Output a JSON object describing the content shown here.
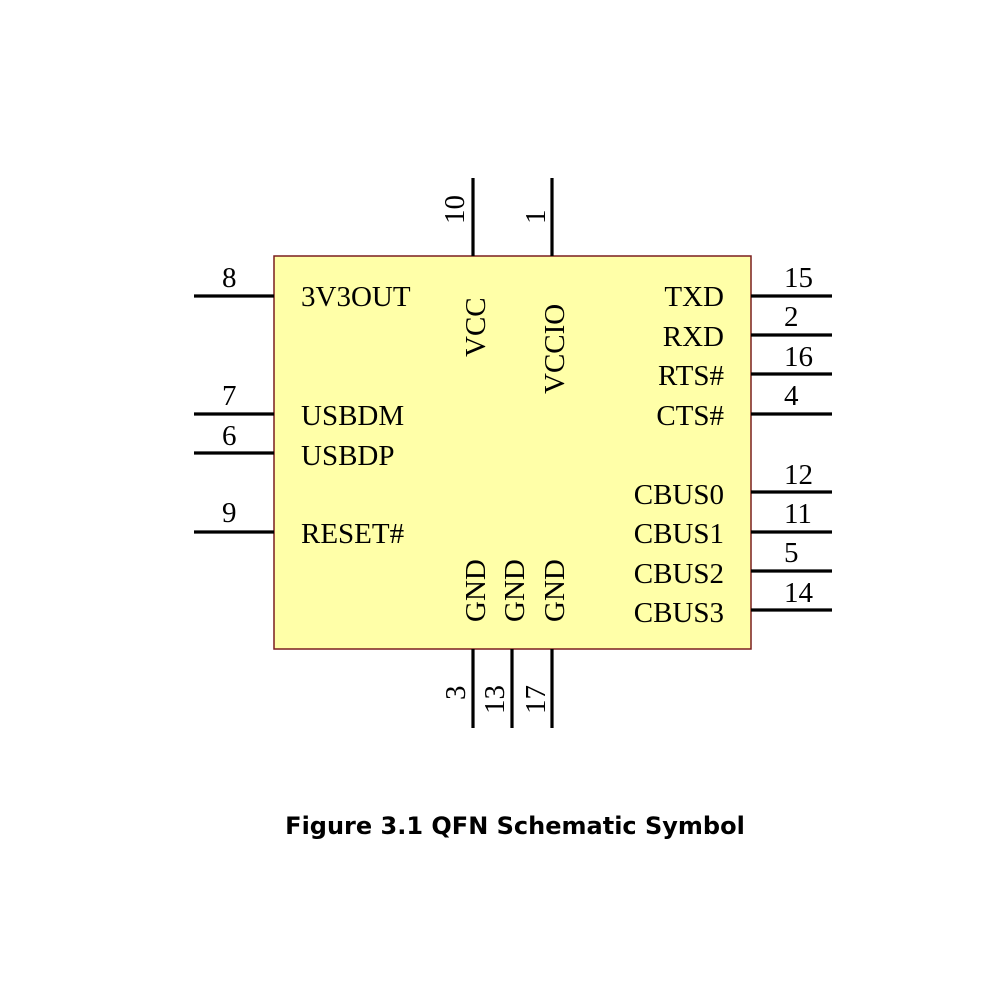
{
  "diagram": {
    "body_fill": "#ffffa8",
    "body_stroke": "#7a1f1f",
    "pins": {
      "top": [
        {
          "num": "10",
          "label": "VCC"
        },
        {
          "num": "1",
          "label": "VCCIO"
        }
      ],
      "left": [
        {
          "num": "8",
          "label": "3V3OUT"
        },
        {
          "num": "7",
          "label": "USBDM"
        },
        {
          "num": "6",
          "label": "USBDP"
        },
        {
          "num": "9",
          "label": "RESET#"
        }
      ],
      "right": [
        {
          "num": "15",
          "label": "TXD"
        },
        {
          "num": "2",
          "label": "RXD"
        },
        {
          "num": "16",
          "label": "RTS#"
        },
        {
          "num": "4",
          "label": "CTS#"
        },
        {
          "num": "12",
          "label": "CBUS0"
        },
        {
          "num": "11",
          "label": "CBUS1"
        },
        {
          "num": "5",
          "label": "CBUS2"
        },
        {
          "num": "14",
          "label": "CBUS3"
        }
      ],
      "bottom": [
        {
          "num": "3",
          "label": "GND"
        },
        {
          "num": "13",
          "label": "GND"
        },
        {
          "num": "17",
          "label": "GND"
        }
      ]
    }
  },
  "caption": "Figure 3.1 QFN Schematic Symbol"
}
